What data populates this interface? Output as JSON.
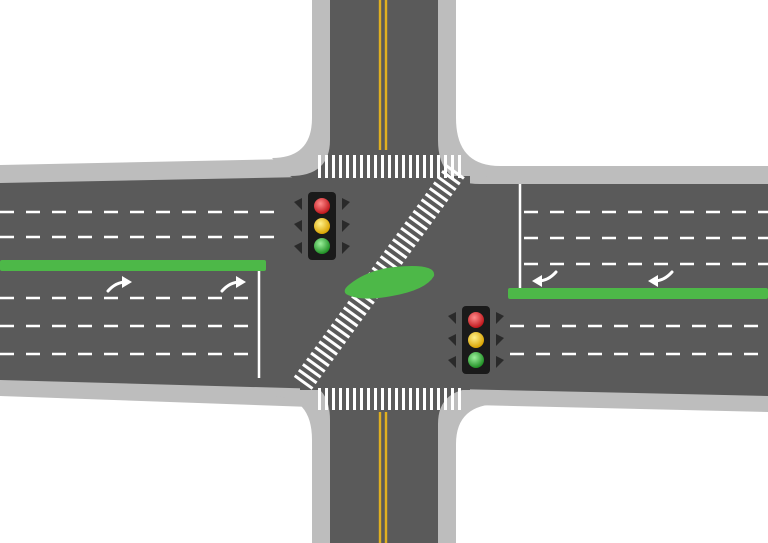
{
  "scene": {
    "type": "road-intersection",
    "colors": {
      "background": "#ffffff",
      "road": "#5a5a5a",
      "curb": "#bdbdbd",
      "lane_marking": "#ffffff",
      "center_line": "#e0b020",
      "median": "#4db848",
      "signal_housing": "#1a1a1a",
      "signal_red": "#e8262b",
      "signal_yellow": "#f2c100",
      "signal_green": "#38b53b"
    },
    "traffic_lights": [
      {
        "id": "northwest",
        "lamps": [
          "red",
          "yellow",
          "green"
        ]
      },
      {
        "id": "southeast",
        "lamps": [
          "red",
          "yellow",
          "green"
        ]
      }
    ],
    "turn_arrows": [
      {
        "id": "west-1",
        "direction": "turn-right"
      },
      {
        "id": "west-2",
        "direction": "turn-right"
      },
      {
        "id": "east-1",
        "direction": "turn-left"
      },
      {
        "id": "east-2",
        "direction": "turn-left"
      }
    ],
    "crosswalks": [
      "north",
      "south",
      "diagonal"
    ],
    "medians": [
      "west",
      "east",
      "center-island"
    ]
  }
}
